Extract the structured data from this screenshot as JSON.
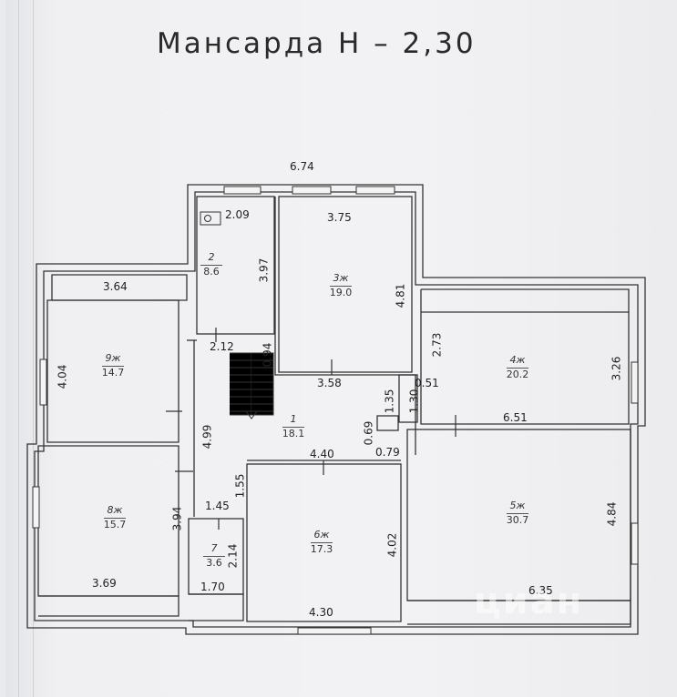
{
  "title": "Мансарда Н – 2,30",
  "dims": {
    "top_total": "6.74",
    "r2_width": "2.09",
    "r2_height": "3.97",
    "r3_width": "3.75",
    "r3_height": "4.81",
    "r9_width": "3.64",
    "r9_height": "4.04",
    "stair_w": "2.12",
    "stair_h": "0.94",
    "r3_bottom": "3.58",
    "r4_left": "2.73",
    "r4_right": "3.26",
    "r4_bottom": "6.51",
    "small_135": "1.35",
    "small_130": "1.30",
    "small_051": "0.51",
    "small_069": "0.69",
    "small_079": "0.79",
    "hall_499": "4.99",
    "r6_top": "4.40",
    "hall_155": "1.55",
    "r6_right": "4.02",
    "r6_bottom": "4.30",
    "r8_height": "3.94",
    "r8_width": "3.69",
    "r7_top": "1.45",
    "r7_h": "2.14",
    "r7_bottom": "1.70",
    "r5_height": "4.84",
    "r5_bottom": "6.35"
  },
  "rooms": [
    {
      "num": "2",
      "area": "8.6"
    },
    {
      "num": "3ж",
      "area": "19.0"
    },
    {
      "num": "9ж",
      "area": "14.7"
    },
    {
      "num": "4ж",
      "area": "20.2"
    },
    {
      "num": "1",
      "area": "18.1"
    },
    {
      "num": "8ж",
      "area": "15.7"
    },
    {
      "num": "6ж",
      "area": "17.3"
    },
    {
      "num": "5ж",
      "area": "30.7"
    },
    {
      "num": "7",
      "area": "3.6"
    }
  ],
  "watermark": "циан"
}
